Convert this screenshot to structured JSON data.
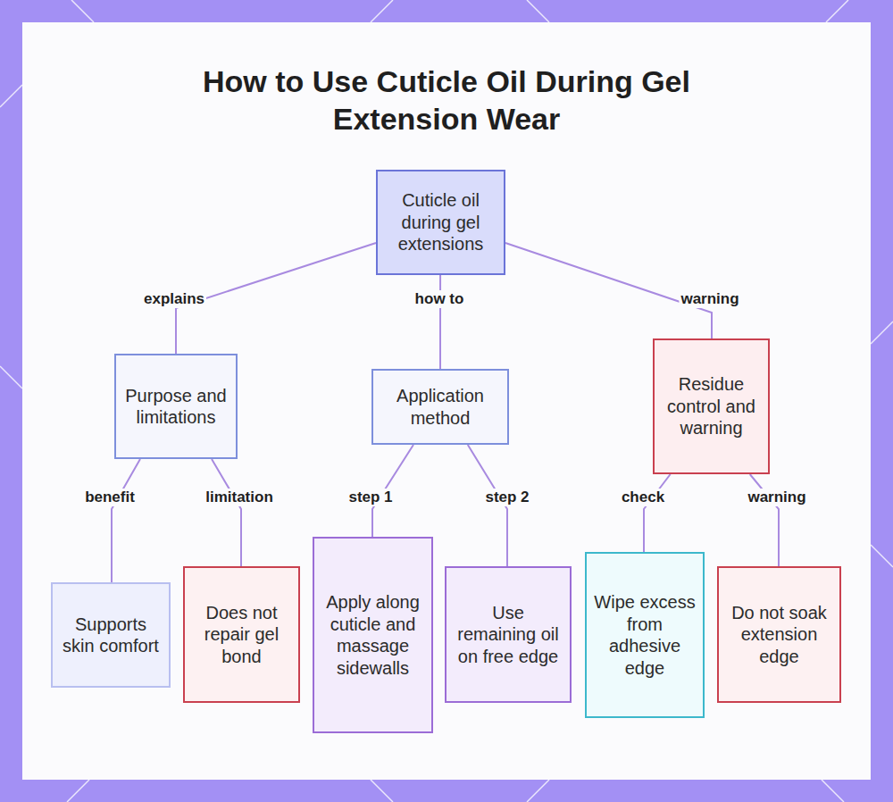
{
  "diagram": {
    "title": "How to Use Cuticle Oil During Gel Extension Wear",
    "nodes": [
      {
        "text": [
          "Cuticle oil during gel extensions"
        ]
      },
      {
        "text": [
          "Purpose and limitations"
        ]
      },
      {
        "text": [
          "Application method"
        ]
      },
      {
        "text": [
          "Residue control and warning"
        ]
      },
      {
        "text": [
          "Supports skin comfort"
        ]
      },
      {
        "text": [
          "Does not repair gel bond"
        ]
      },
      {
        "text": [
          "Apply along cuticle and massage sidewalls"
        ]
      },
      {
        "text": [
          "Use remaining oil on free edge"
        ]
      },
      {
        "text": [
          "Wipe excess from adhesive edge"
        ]
      },
      {
        "text": [
          "Do not soak extension edge"
        ]
      }
    ],
    "edges": [
      {
        "from": 0,
        "to": 1,
        "label": "explains",
        "arrow": "none"
      },
      {
        "from": 0,
        "to": 2,
        "label": "how to",
        "arrow": "none"
      },
      {
        "from": 0,
        "to": 3,
        "label": "warning",
        "arrow": "none"
      },
      {
        "from": 1,
        "to": 4,
        "label": "benefit",
        "arrow": "none"
      },
      {
        "from": 1,
        "to": 5,
        "label": "limitation",
        "arrow": "none"
      },
      {
        "from": 2,
        "to": 6,
        "label": "step 1",
        "arrow": "none"
      },
      {
        "from": 2,
        "to": 7,
        "label": "step 2",
        "arrow": "none"
      },
      {
        "from": 3,
        "to": 8,
        "label": "check",
        "arrow": "none"
      },
      {
        "from": 3,
        "to": 9,
        "label": "warning",
        "arrow": "none"
      }
    ]
  }
}
